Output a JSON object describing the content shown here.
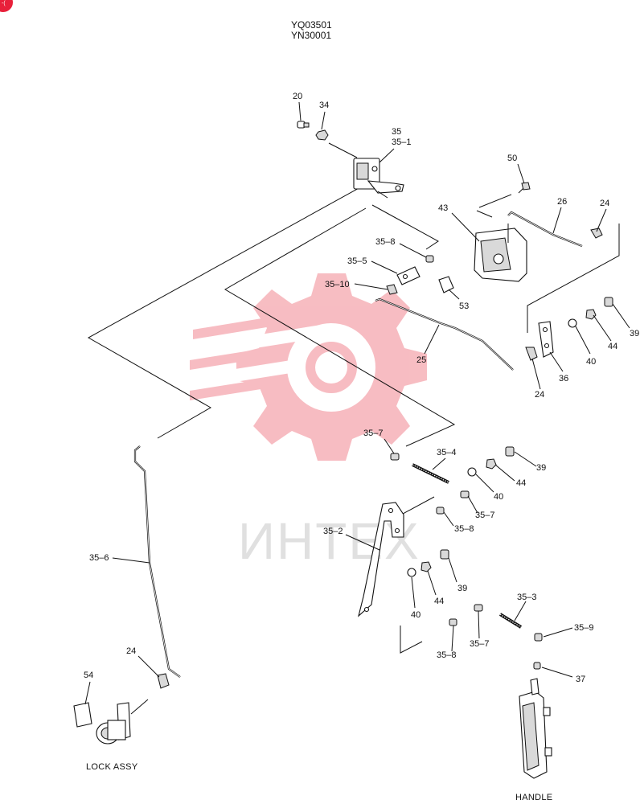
{
  "header": {
    "line1": "YQ03501",
    "line2": "YN30001"
  },
  "captions": {
    "lock": "LOCK ASSY",
    "handle": "HANDLE"
  },
  "watermark": {
    "text": "ИНТЕХ",
    "color": "#f7b9bf"
  },
  "labels": {
    "l20": "20",
    "l34": "34",
    "l35": "35",
    "l35_1": "35–1",
    "l50": "50",
    "l26": "26",
    "l24a": "24",
    "l43": "43",
    "l35_8a": "35–8",
    "l35_5": "35–5",
    "l35_10": "35–10",
    "l53": "53",
    "l39a": "39",
    "l44a": "44",
    "l40a": "40",
    "l36": "36",
    "l24b": "24",
    "l25": "25",
    "l35_7a": "35–7",
    "l35_4": "35–4",
    "l39b": "39",
    "l44b": "44",
    "l40b": "40",
    "l35_7b": "35–7",
    "l35_8b": "35–8",
    "l35_2": "35–2",
    "l39c": "39",
    "l44c": "44",
    "l40c": "40",
    "l35_3": "35–3",
    "l35_7c": "35–7",
    "l35_8c": "35–8",
    "l35_9": "35–9",
    "l37": "37",
    "l35_6": "35–6",
    "l24c": "24",
    "l54": "54"
  }
}
